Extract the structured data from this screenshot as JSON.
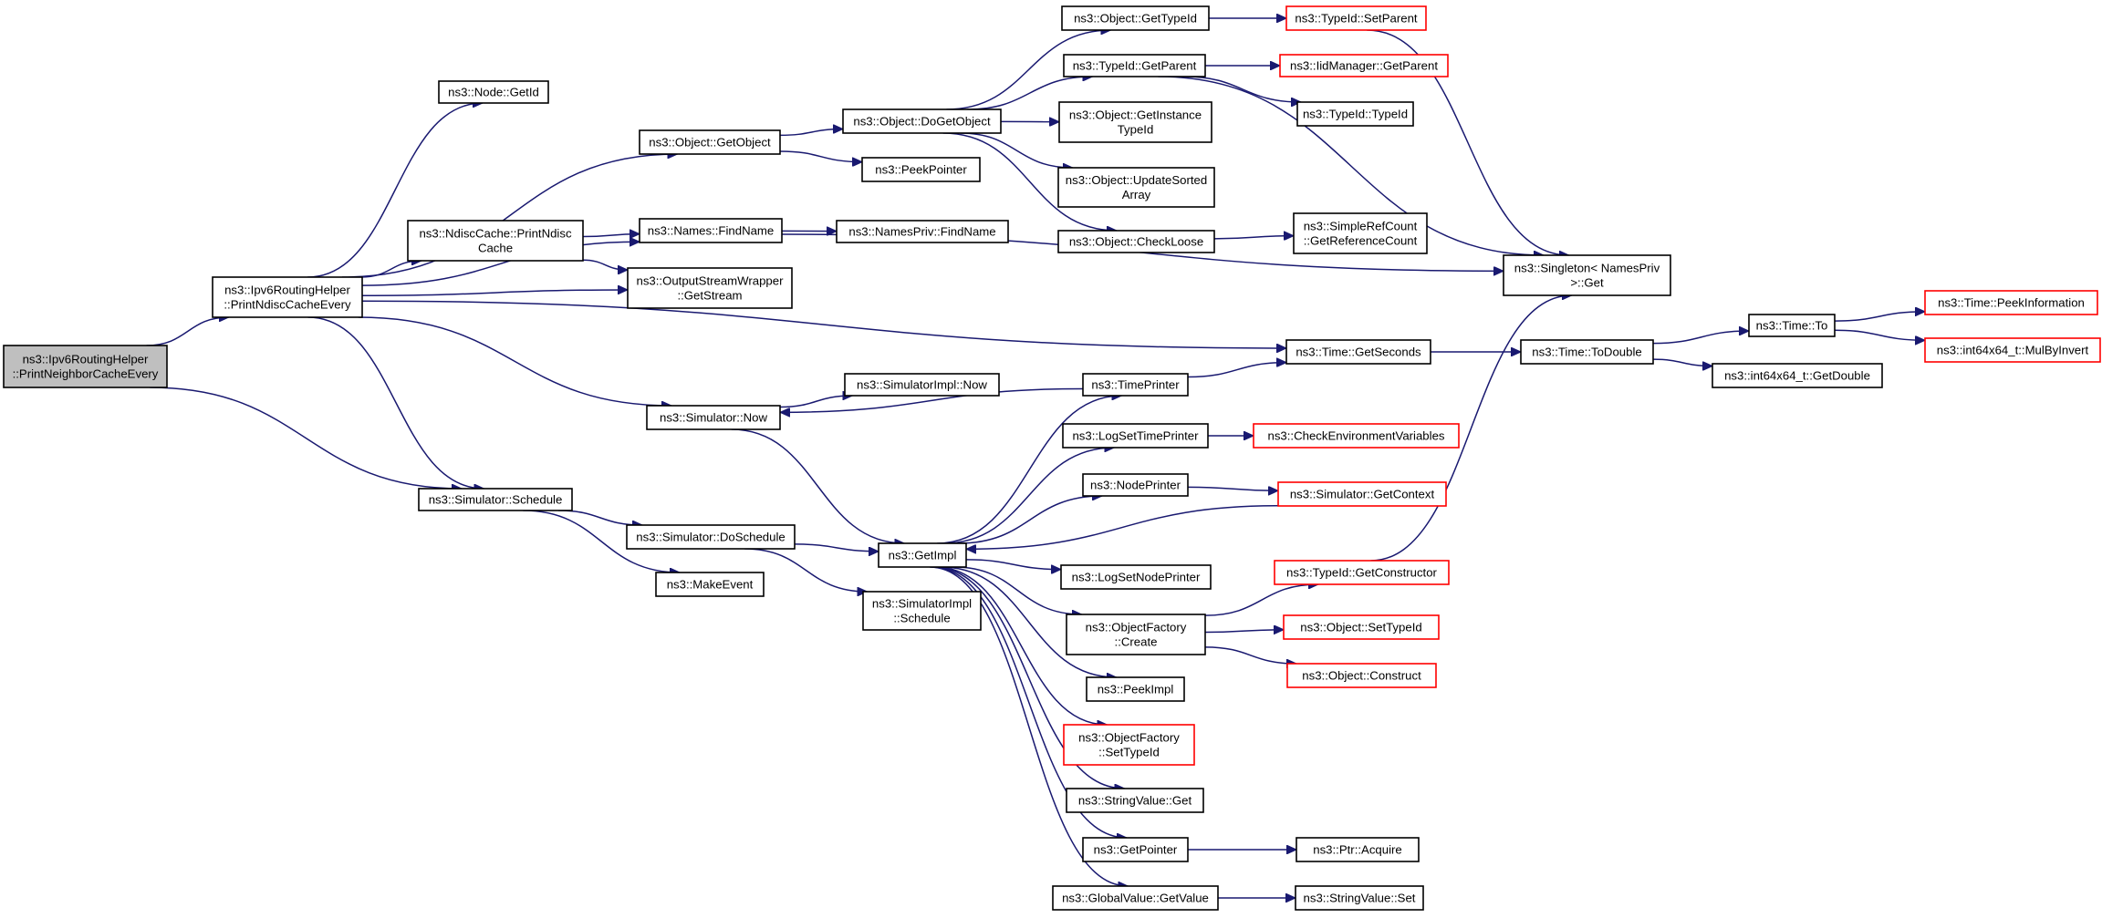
{
  "diagram": {
    "type": "call-graph",
    "colors": {
      "root_fill": "#bfbfbf",
      "node_fill": "#ffffff",
      "node_border": "#000000",
      "truncated_border": "#ff0000",
      "edge": "#191970"
    },
    "nodes": [
      {
        "id": "root",
        "lines": [
          "ns3::Ipv6RoutingHelper",
          "::PrintNeighborCacheEvery"
        ],
        "style": "root"
      },
      {
        "id": "pnce",
        "lines": [
          "ns3::Ipv6RoutingHelper",
          "::PrintNdiscCacheEvery"
        ],
        "style": "normal"
      },
      {
        "id": "sched",
        "lines": [
          "ns3::Simulator::Schedule"
        ],
        "style": "normal"
      },
      {
        "id": "getid",
        "lines": [
          "ns3::Node::GetId"
        ],
        "style": "normal"
      },
      {
        "id": "getobject",
        "lines": [
          "ns3::Object::GetObject"
        ],
        "style": "normal"
      },
      {
        "id": "ndisc",
        "lines": [
          "ns3::NdiscCache::PrintNdisc",
          "Cache"
        ],
        "style": "normal"
      },
      {
        "id": "findname",
        "lines": [
          "ns3::Names::FindName"
        ],
        "style": "normal"
      },
      {
        "id": "osw",
        "lines": [
          "ns3::OutputStreamWrapper",
          "::GetStream"
        ],
        "style": "normal"
      },
      {
        "id": "simnow",
        "lines": [
          "ns3::Simulator::Now"
        ],
        "style": "normal"
      },
      {
        "id": "doschedule",
        "lines": [
          "ns3::Simulator::DoSchedule"
        ],
        "style": "normal"
      },
      {
        "id": "makeevent",
        "lines": [
          "ns3::MakeEvent"
        ],
        "style": "normal"
      },
      {
        "id": "dogetobject",
        "lines": [
          "ns3::Object::DoGetObject"
        ],
        "style": "normal"
      },
      {
        "id": "peekpointer",
        "lines": [
          "ns3::PeekPointer"
        ],
        "style": "normal"
      },
      {
        "id": "npfindname",
        "lines": [
          "ns3::NamesPriv::FindName"
        ],
        "style": "normal"
      },
      {
        "id": "simimplnow",
        "lines": [
          "ns3::SimulatorImpl::Now"
        ],
        "style": "normal"
      },
      {
        "id": "getimpl",
        "lines": [
          "ns3::GetImpl"
        ],
        "style": "normal"
      },
      {
        "id": "simimplsched",
        "lines": [
          "ns3::SimulatorImpl",
          "::Schedule"
        ],
        "style": "normal"
      },
      {
        "id": "objgettypeid",
        "lines": [
          "ns3::Object::GetTypeId"
        ],
        "style": "normal"
      },
      {
        "id": "tidgetparent",
        "lines": [
          "ns3::TypeId::GetParent"
        ],
        "style": "normal"
      },
      {
        "id": "getinstance",
        "lines": [
          "ns3::Object::GetInstance",
          "TypeId"
        ],
        "style": "normal"
      },
      {
        "id": "updatesorted",
        "lines": [
          "ns3::Object::UpdateSorted",
          "Array"
        ],
        "style": "normal"
      },
      {
        "id": "checkloose",
        "lines": [
          "ns3::Object::CheckLoose"
        ],
        "style": "normal"
      },
      {
        "id": "timeprinter",
        "lines": [
          "ns3::TimePrinter"
        ],
        "style": "normal"
      },
      {
        "id": "logsettp",
        "lines": [
          "ns3::LogSetTimePrinter"
        ],
        "style": "normal"
      },
      {
        "id": "nodeprinter",
        "lines": [
          "ns3::NodePrinter"
        ],
        "style": "normal"
      },
      {
        "id": "logsetnp",
        "lines": [
          "ns3::LogSetNodePrinter"
        ],
        "style": "normal"
      },
      {
        "id": "ofcreate",
        "lines": [
          "ns3::ObjectFactory",
          "::Create"
        ],
        "style": "normal"
      },
      {
        "id": "peekimpl",
        "lines": [
          "ns3::PeekImpl"
        ],
        "style": "normal"
      },
      {
        "id": "ofsettypeid",
        "lines": [
          "ns3::ObjectFactory",
          "::SetTypeId"
        ],
        "style": "truncated"
      },
      {
        "id": "svget",
        "lines": [
          "ns3::StringValue::Get"
        ],
        "style": "normal"
      },
      {
        "id": "getpointer",
        "lines": [
          "ns3::GetPointer"
        ],
        "style": "normal"
      },
      {
        "id": "gvgetvalue",
        "lines": [
          "ns3::GlobalValue::GetValue"
        ],
        "style": "normal"
      },
      {
        "id": "tidsetparent",
        "lines": [
          "ns3::TypeId::SetParent"
        ],
        "style": "truncated"
      },
      {
        "id": "iidgetparent",
        "lines": [
          "ns3::IidManager::GetParent"
        ],
        "style": "truncated"
      },
      {
        "id": "tidtypeid",
        "lines": [
          "ns3::TypeId::TypeId"
        ],
        "style": "normal"
      },
      {
        "id": "simplerefcount",
        "lines": [
          "ns3::SimpleRefCount",
          "::GetReferenceCount"
        ],
        "style": "normal"
      },
      {
        "id": "timegetseconds",
        "lines": [
          "ns3::Time::GetSeconds"
        ],
        "style": "normal"
      },
      {
        "id": "checkenv",
        "lines": [
          "ns3::CheckEnvironmentVariables"
        ],
        "style": "truncated"
      },
      {
        "id": "simgetcontext",
        "lines": [
          "ns3::Simulator::GetContext"
        ],
        "style": "truncated"
      },
      {
        "id": "tidgetconstructor",
        "lines": [
          "ns3::TypeId::GetConstructor"
        ],
        "style": "truncated"
      },
      {
        "id": "objsettypeid",
        "lines": [
          "ns3::Object::SetTypeId"
        ],
        "style": "truncated"
      },
      {
        "id": "objconstruct",
        "lines": [
          "ns3::Object::Construct"
        ],
        "style": "truncated"
      },
      {
        "id": "ptracquire",
        "lines": [
          "ns3::Ptr::Acquire"
        ],
        "style": "normal"
      },
      {
        "id": "svset",
        "lines": [
          "ns3::StringValue::Set"
        ],
        "style": "normal"
      },
      {
        "id": "singleton",
        "lines": [
          "ns3::Singleton< NamesPriv",
          " >::Get"
        ],
        "style": "normal"
      },
      {
        "id": "timetodouble",
        "lines": [
          "ns3::Time::ToDouble"
        ],
        "style": "normal"
      },
      {
        "id": "timeto",
        "lines": [
          "ns3::Time::To"
        ],
        "style": "normal"
      },
      {
        "id": "int64getdouble",
        "lines": [
          "ns3::int64x64_t::GetDouble"
        ],
        "style": "normal"
      },
      {
        "id": "timepeekinfo",
        "lines": [
          "ns3::Time::PeekInformation"
        ],
        "style": "truncated"
      },
      {
        "id": "int64mulbyinvert",
        "lines": [
          "ns3::int64x64_t::MulByInvert"
        ],
        "style": "truncated"
      }
    ],
    "edges": [
      {
        "from": "root",
        "to": "pnce"
      },
      {
        "from": "root",
        "to": "sched"
      },
      {
        "from": "pnce",
        "to": "getid"
      },
      {
        "from": "pnce",
        "to": "getobject"
      },
      {
        "from": "pnce",
        "to": "findname"
      },
      {
        "from": "pnce",
        "to": "ndisc"
      },
      {
        "from": "pnce",
        "to": "osw"
      },
      {
        "from": "pnce",
        "to": "timegetseconds"
      },
      {
        "from": "pnce",
        "to": "simnow"
      },
      {
        "from": "pnce",
        "to": "sched"
      },
      {
        "from": "ndisc",
        "to": "findname"
      },
      {
        "from": "ndisc",
        "to": "osw"
      },
      {
        "from": "getobject",
        "to": "dogetobject"
      },
      {
        "from": "getobject",
        "to": "peekpointer"
      },
      {
        "from": "findname",
        "to": "npfindname"
      },
      {
        "from": "findname",
        "to": "singleton"
      },
      {
        "from": "dogetobject",
        "to": "objgettypeid"
      },
      {
        "from": "dogetobject",
        "to": "tidgetparent"
      },
      {
        "from": "dogetobject",
        "to": "getinstance"
      },
      {
        "from": "dogetobject",
        "to": "updatesorted"
      },
      {
        "from": "dogetobject",
        "to": "checkloose"
      },
      {
        "from": "objgettypeid",
        "to": "tidsetparent"
      },
      {
        "from": "tidsetparent",
        "to": "singleton"
      },
      {
        "from": "tidgetparent",
        "to": "iidgetparent"
      },
      {
        "from": "tidgetparent",
        "to": "tidtypeid"
      },
      {
        "from": "tidgetparent",
        "to": "singleton"
      },
      {
        "from": "checkloose",
        "to": "simplerefcount"
      },
      {
        "from": "simnow",
        "to": "simimplnow"
      },
      {
        "from": "simnow",
        "to": "getimpl"
      },
      {
        "from": "timeprinter",
        "to": "simnow"
      },
      {
        "from": "timeprinter",
        "to": "timegetseconds"
      },
      {
        "from": "timegetseconds",
        "to": "timetodouble"
      },
      {
        "from": "timetodouble",
        "to": "timeto"
      },
      {
        "from": "timetodouble",
        "to": "int64getdouble"
      },
      {
        "from": "timeto",
        "to": "timepeekinfo"
      },
      {
        "from": "timeto",
        "to": "int64mulbyinvert"
      },
      {
        "from": "sched",
        "to": "doschedule"
      },
      {
        "from": "sched",
        "to": "makeevent"
      },
      {
        "from": "doschedule",
        "to": "getimpl"
      },
      {
        "from": "doschedule",
        "to": "simimplsched"
      },
      {
        "from": "getimpl",
        "to": "timeprinter"
      },
      {
        "from": "getimpl",
        "to": "logsettp"
      },
      {
        "from": "getimpl",
        "to": "nodeprinter"
      },
      {
        "from": "getimpl",
        "to": "logsetnp"
      },
      {
        "from": "getimpl",
        "to": "ofcreate"
      },
      {
        "from": "getimpl",
        "to": "peekimpl"
      },
      {
        "from": "getimpl",
        "to": "ofsettypeid"
      },
      {
        "from": "getimpl",
        "to": "svget"
      },
      {
        "from": "getimpl",
        "to": "getpointer"
      },
      {
        "from": "getimpl",
        "to": "gvgetvalue"
      },
      {
        "from": "logsettp",
        "to": "checkenv"
      },
      {
        "from": "nodeprinter",
        "to": "simgetcontext"
      },
      {
        "from": "simgetcontext",
        "to": "getimpl"
      },
      {
        "from": "ofcreate",
        "to": "tidgetconstructor"
      },
      {
        "from": "ofcreate",
        "to": "objsettypeid"
      },
      {
        "from": "ofcreate",
        "to": "objconstruct"
      },
      {
        "from": "tidgetconstructor",
        "to": "singleton"
      },
      {
        "from": "getpointer",
        "to": "ptracquire"
      },
      {
        "from": "gvgetvalue",
        "to": "svset"
      }
    ]
  }
}
